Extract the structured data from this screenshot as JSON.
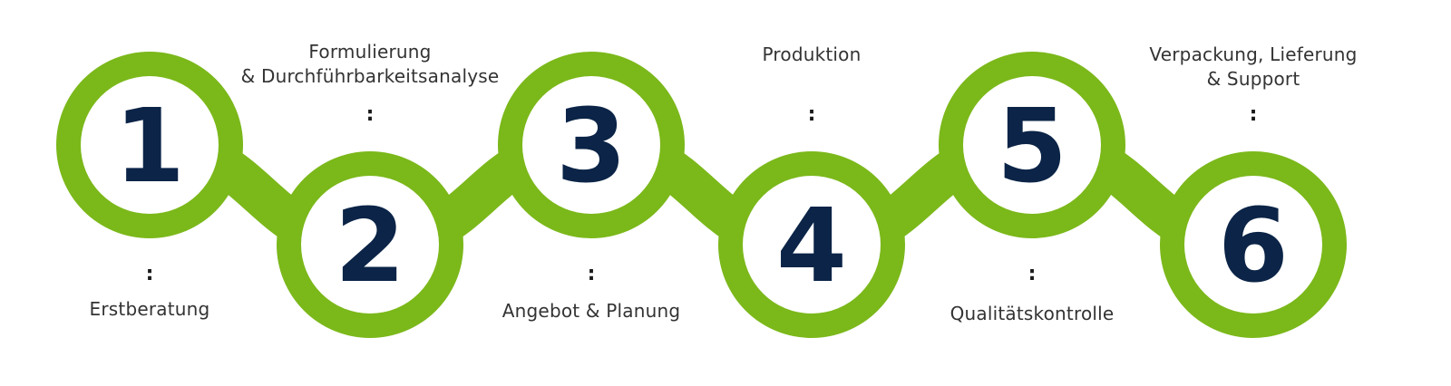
{
  "colors": {
    "chain": "#7bb81a",
    "inner": "#ffffff",
    "number": "#0b2447",
    "text": "#333333"
  },
  "steps": [
    {
      "number": "1",
      "label": "Erstberatung",
      "separator": ":"
    },
    {
      "number": "2",
      "label": "Formulierung\n& Durchführbarkeitsanalyse",
      "separator": ":"
    },
    {
      "number": "3",
      "label": "Angebot & Planung",
      "separator": ":"
    },
    {
      "number": "4",
      "label": "Produktion",
      "separator": ":"
    },
    {
      "number": "5",
      "label": "Qualitätskontrolle",
      "separator": ":"
    },
    {
      "number": "6",
      "label": "Verpackung, Lieferung\n& Support",
      "separator": ":"
    }
  ]
}
